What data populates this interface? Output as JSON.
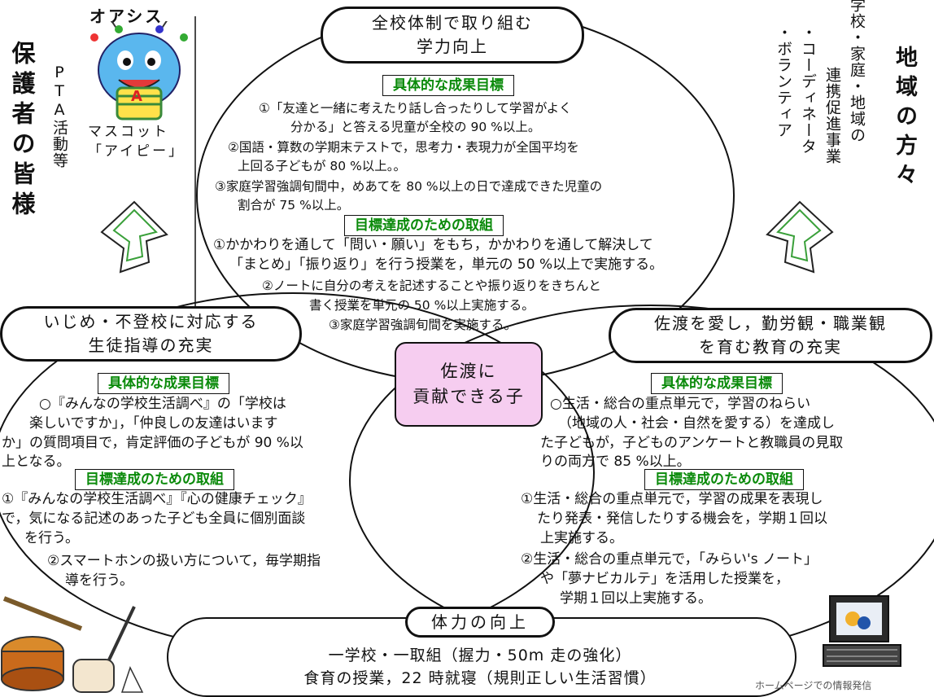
{
  "left_group": {
    "title": "保護者の皆様",
    "subtitle": "PTA活動等"
  },
  "right_group": {
    "title": "地域の方々",
    "line1": "学校・家庭・地域の",
    "line2": "連携促進事業",
    "line3": "・コーディネータ",
    "line4": "・ボランティア"
  },
  "mascot": {
    "brand": "オアシス",
    "badge": "A",
    "caption1": "マスコット",
    "caption2": "「アイピー」"
  },
  "center": {
    "line1": "佐渡に",
    "line2": "貢献できる子"
  },
  "top": {
    "title1": "全校体制で取り組む",
    "title2": "学力向上",
    "goals_label": "具体的な成果目標",
    "goals": [
      "①「友達と一緒に考えたり話し合ったりして学習がよく",
      "分かる」と答える児童が全校の 90 %以上。",
      "②国語・算数の学期末テストで，思考力・表現力が全国平均を",
      "上回る子どもが 80 %以上。。",
      "③家庭学習強調旬間中，めあてを 80 %以上の日で達成できた児童の",
      "割合が 75 %以上。"
    ],
    "actions_label": "目標達成のための取組",
    "actions": [
      "①かかわりを通して「問い・願い」をもち，かかわりを通して解決して",
      "「まとめ」「振り返り」を行う授業を，単元の 50 %以上で実施する。",
      "②ノートに自分の考えを記述することや振り返りをきちんと",
      "書く授業を単元の 50 %以上実施する。",
      "③家庭学習強調旬間を実施する。"
    ]
  },
  "left": {
    "title1": "いじめ・不登校に対応する",
    "title2": "生徒指導の充実",
    "goals_label": "具体的な成果目標",
    "goals": [
      "○『みんなの学校生活調べ』の「学校は",
      "楽しいですか」，「仲良しの友達はいます",
      "か」の質問項目で，肯定評価の子どもが 90 %以",
      "上となる。"
    ],
    "actions_label": "目標達成のための取組",
    "actions": [
      "①『みんなの学校生活調べ』『心の健康チェック』",
      "で，気になる記述のあった子ども全員に個別面談",
      "を行う。",
      "②スマートホンの扱い方について，毎学期指",
      "導を行う。"
    ]
  },
  "right": {
    "title1": "佐渡を愛し，勤労観・職業観",
    "title2": "を育む教育の充実",
    "goals_label": "具体的な成果目標",
    "goals": [
      "○生活・総合の重点単元で，学習のねらい",
      "（地域の人・社会・自然を愛する）を達成し",
      "た子どもが，子どものアンケートと教職員の見取",
      "りの両方で 85 %以上。"
    ],
    "actions_label": "目標達成のための取組",
    "actions": [
      "①生活・総合の重点単元で，学習の成果を表現し",
      "たり発表・発信したりする機会を，学期１回以",
      "上実施する。",
      "②生活・総合の重点単元で，「みらい's ノート」",
      "や「夢ナビカルテ」を活用した授業を，",
      "学期１回以上実施する。"
    ]
  },
  "bottom": {
    "title": "体力の向上",
    "line1": "一学校・一取組（握力・50m 走の強化）",
    "line2": "食育の授業，22 時就寝（規則正しい生活習慣）"
  },
  "footer_caption": "ホームページでの情報発信"
}
